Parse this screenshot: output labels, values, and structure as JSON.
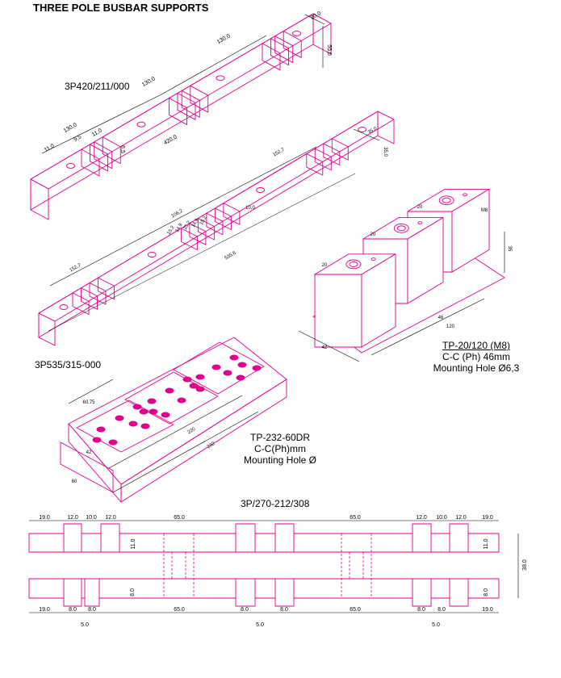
{
  "page": {
    "title": "THREE POLE BUSBAR SUPPORTS",
    "accent_color": "#e0008c",
    "line_color": "#000000"
  },
  "parts": {
    "p1": {
      "code": "3P420/211/000",
      "dims": [
        "30,0",
        "55,0",
        "130,0",
        "130,0",
        "130,0",
        "11,0",
        "9,5",
        "11,0",
        "6,5",
        "420,0"
      ]
    },
    "p2": {
      "code": "3P535/315-000",
      "dims": [
        "35,0",
        "35,0",
        "152,7",
        "152,7",
        "106,2",
        "15,2",
        "14,9",
        "15,2",
        "14,9",
        "15,2",
        "10,0",
        "535,6"
      ]
    },
    "p3": {
      "code": "TP-20/120 (M8)",
      "spec1": "C-C (Ph) 46mm",
      "spec2": "Mounting Hole Ø6,3",
      "dims": [
        "20",
        "M8",
        "20",
        "35",
        "20",
        "46",
        "120",
        "42"
      ]
    },
    "p4": {
      "code": "TP-232-60DR",
      "spec1": "C-C(Ph)mm",
      "spec2": "Mounting Hole Ø",
      "dims": [
        "60,75",
        "220",
        "232",
        "42",
        "60"
      ]
    },
    "p5": {
      "code": "3P/270-212/308",
      "top_dims": [
        "19.0",
        "12.0",
        "10.0",
        "12.0",
        "65.0",
        "65.0",
        "12.0",
        "10.0",
        "12.0",
        "19.0"
      ],
      "bottom_dims": [
        "19.0",
        "8.0",
        "8.0",
        "65.0",
        "8.0",
        "8.0",
        "65.0",
        "8.0",
        "8.0",
        "19.0"
      ],
      "small_dims": [
        "5.0",
        "5.0",
        "5.0"
      ],
      "side_dims": [
        "11.0",
        "11.0",
        "8.0",
        "8.0",
        "38.0"
      ]
    }
  }
}
